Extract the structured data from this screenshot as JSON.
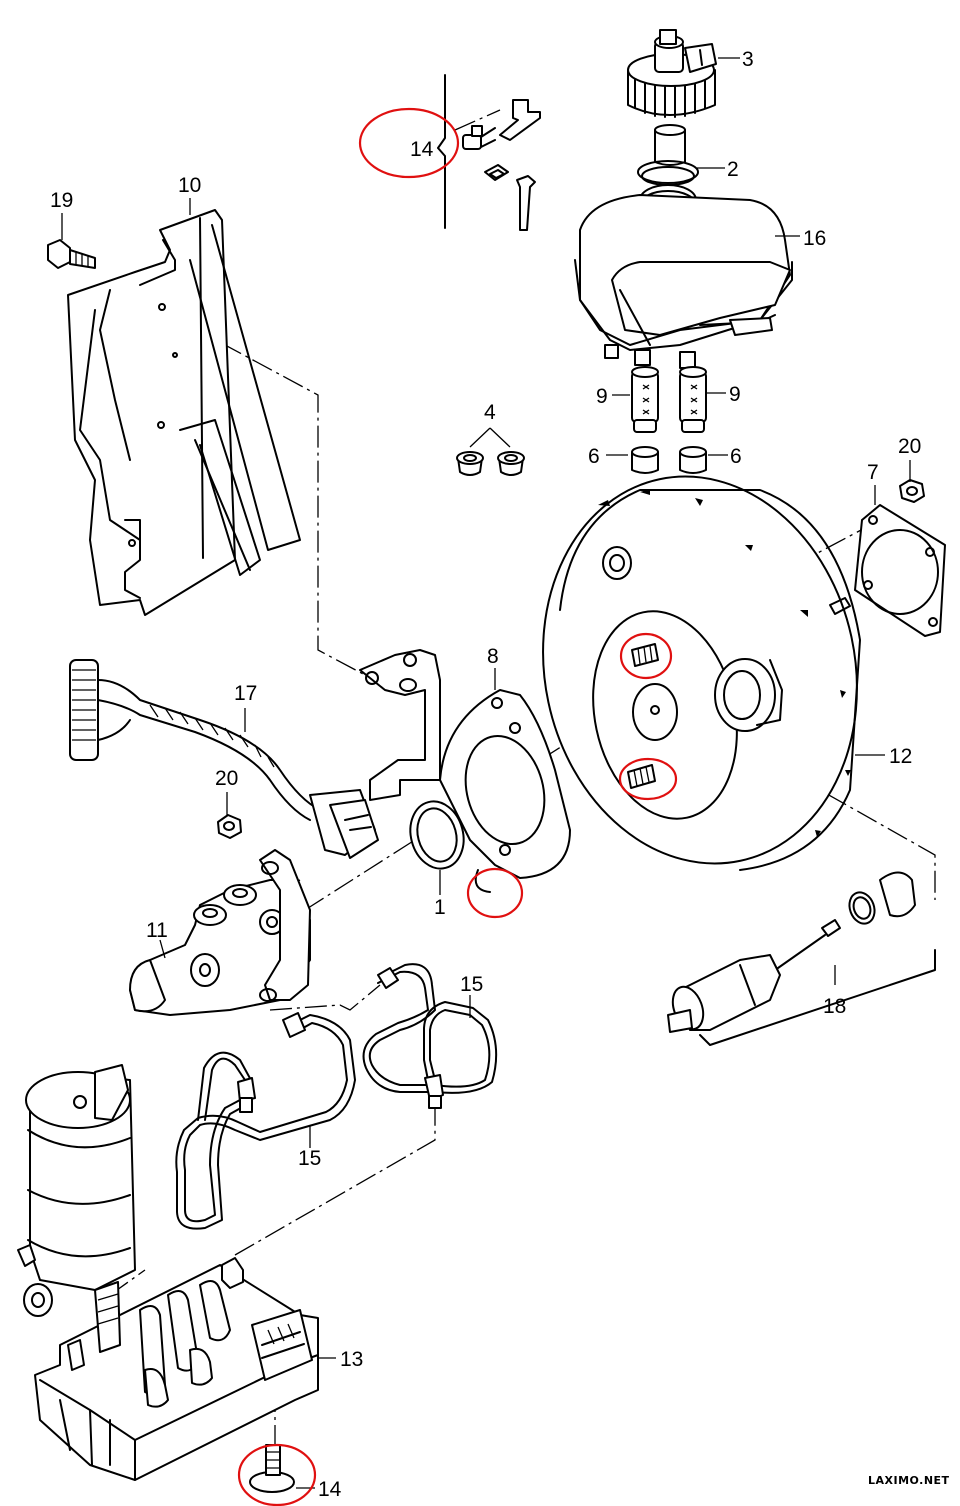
{
  "callouts": {
    "c1": "1",
    "c2": "2",
    "c3": "3",
    "c4": "4",
    "c6a": "6",
    "c6b": "6",
    "c7": "7",
    "c8": "8",
    "c9a": "9",
    "c9b": "9",
    "c10": "10",
    "c11": "11",
    "c12": "12",
    "c13": "13",
    "c14a": "14",
    "c14b": "14",
    "c15a": "15",
    "c15b": "15",
    "c16": "16",
    "c17": "17",
    "c18": "18",
    "c19": "19",
    "c20a": "20",
    "c20b": "20"
  },
  "watermark": "LAXIMO.NET",
  "colors": {
    "line": "#000000",
    "highlight": "#e01010",
    "background": "#ffffff"
  }
}
